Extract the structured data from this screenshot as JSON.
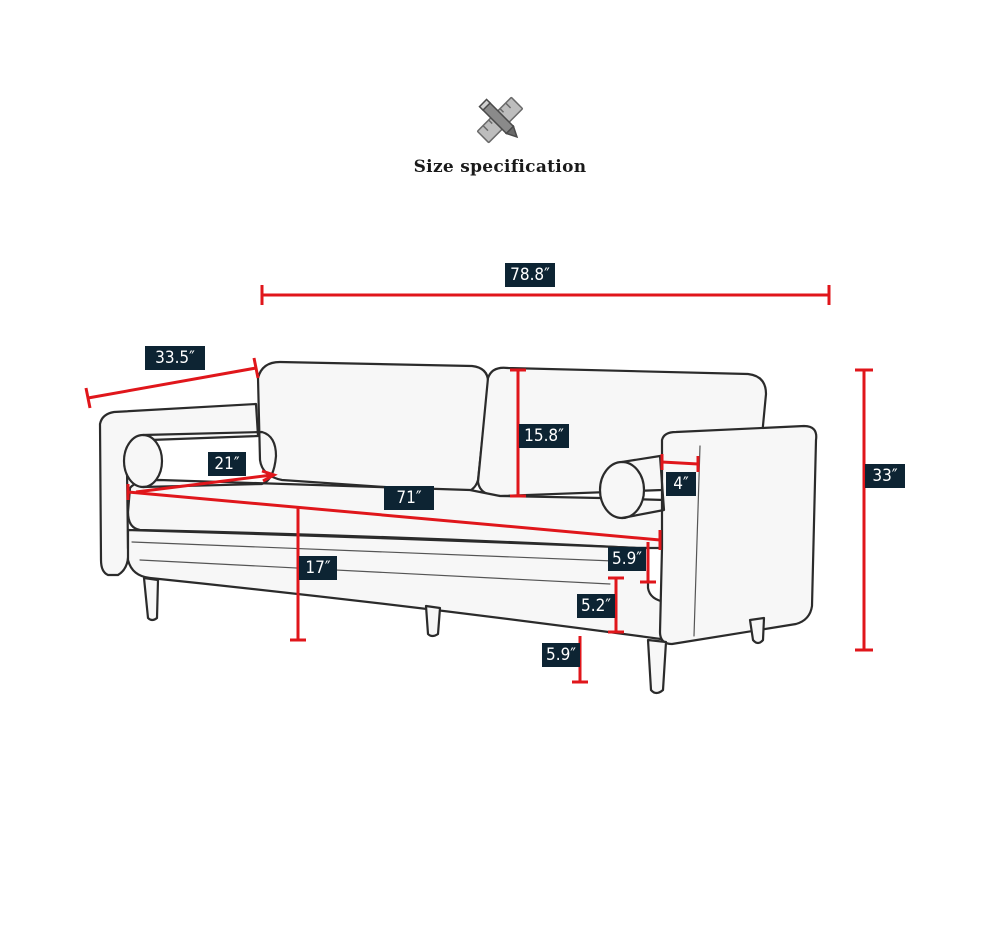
{
  "header": {
    "icon": "ruler-pencil-icon",
    "title": "Size specification"
  },
  "dimensions": {
    "overall_width": "78.8″",
    "depth": "33.5″",
    "back_cushion_height": "15.8″",
    "overall_height": "33″",
    "seat_depth": "21″",
    "seat_width": "71″",
    "arm_width": "4″",
    "seat_height": "17″",
    "seat_cushion_thickness": "5.9″",
    "base_thickness": "5.2″",
    "leg_height": "5.9″"
  },
  "colors": {
    "dimension_line": "#e0161b",
    "label_background": "#0d2433",
    "label_text": "#ffffff"
  }
}
